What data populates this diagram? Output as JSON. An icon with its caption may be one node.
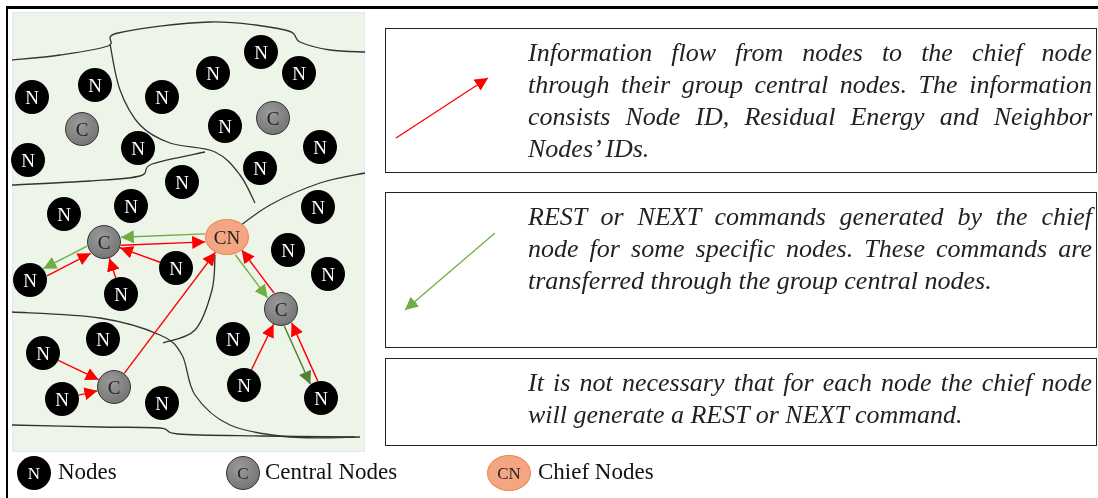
{
  "diagram": {
    "nodes": [
      {
        "text": [
          "N"
        ]
      },
      {
        "text": [
          "N"
        ]
      },
      {
        "text": [
          "N"
        ]
      },
      {
        "text": [
          "N"
        ]
      },
      {
        "text": [
          "N"
        ]
      },
      {
        "text": [
          "N"
        ]
      },
      {
        "text": [
          "C"
        ]
      },
      {
        "text": [
          "N"
        ]
      },
      {
        "text": [
          "C"
        ]
      },
      {
        "text": [
          "N"
        ]
      },
      {
        "text": [
          "N"
        ]
      },
      {
        "text": [
          "N"
        ]
      },
      {
        "text": [
          "N"
        ]
      },
      {
        "text": [
          "N"
        ]
      },
      {
        "text": [
          "N"
        ]
      },
      {
        "text": [
          "N"
        ]
      },
      {
        "text": [
          "N"
        ]
      },
      {
        "text": [
          "CN"
        ]
      },
      {
        "text": [
          "C"
        ]
      },
      {
        "text": [
          "N"
        ]
      },
      {
        "text": [
          "N"
        ]
      },
      {
        "text": [
          "N"
        ]
      },
      {
        "text": [
          "N"
        ]
      },
      {
        "text": [
          "N"
        ]
      },
      {
        "text": [
          "C"
        ]
      },
      {
        "text": [
          "N"
        ]
      },
      {
        "text": [
          "N"
        ]
      },
      {
        "text": [
          "N"
        ]
      },
      {
        "text": [
          "N"
        ]
      },
      {
        "text": [
          "C"
        ]
      },
      {
        "text": [
          "N"
        ]
      },
      {
        "text": [
          "N"
        ]
      },
      {
        "text": [
          "N"
        ]
      },
      {
        "text": [
          "Information flow from nodes to the chief node through their group central nodes. The information consists Node ID, Residual Energy and Neighbor Nodes’ IDs."
        ]
      },
      {
        "text": [
          "REST or NEXT commands generated by the chief node for some specific nodes. These commands are transferred through the group central nodes."
        ]
      },
      {
        "text": [
          "It is not necessary that for each node the chief node will generate a REST or NEXT command."
        ]
      }
    ],
    "edges": [
      {
        "from": 22,
        "to": 18,
        "arrow": "to"
      },
      {
        "from": 18,
        "to": 22,
        "arrow": "to",
        "color": "#70ad47"
      },
      {
        "from": 23,
        "to": 18,
        "arrow": "to"
      },
      {
        "from": 20,
        "to": 18,
        "arrow": "to"
      },
      {
        "from": 18,
        "to": 17,
        "arrow": "to"
      },
      {
        "from": 17,
        "to": 18,
        "arrow": "to",
        "color": "#70ad47"
      },
      {
        "from": 29,
        "to": 17,
        "arrow": "to"
      },
      {
        "from": 27,
        "to": 29,
        "arrow": "to"
      },
      {
        "from": 31,
        "to": 29,
        "arrow": "to"
      },
      {
        "from": 17,
        "to": 24,
        "arrow": "to",
        "color": "#70ad47"
      },
      {
        "from": 24,
        "to": 17,
        "arrow": "to"
      },
      {
        "from": 28,
        "to": 24,
        "arrow": "to"
      },
      {
        "from": 30,
        "to": 24,
        "arrow": "to"
      },
      {
        "from": 24,
        "to": 30,
        "arrow": "to",
        "color": "#548235"
      }
    ],
    "labels": [
      "N",
      "C",
      "CN"
    ],
    "legend": [
      {
        "text": "Nodes"
      },
      {
        "text": "Central Nodes"
      },
      {
        "text": "Chief Nodes"
      }
    ]
  }
}
